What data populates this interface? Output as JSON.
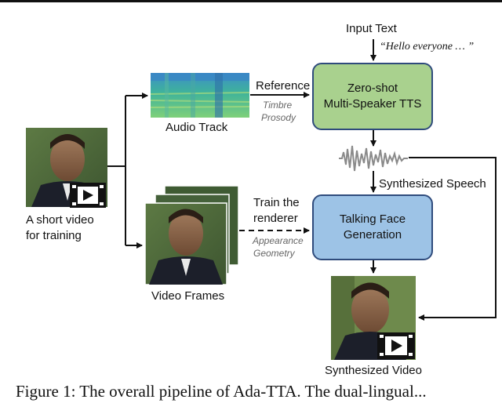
{
  "input_text": {
    "label": "Input Text",
    "example": "“Hello everyone … ”"
  },
  "tts_box": {
    "line1": "Zero-shot",
    "line2": "Multi-Speaker TTS"
  },
  "talking_face_box": {
    "line1": "Talking Face",
    "line2": "Generation"
  },
  "reference_arrow": {
    "label": "Reference",
    "sub1": "Timbre",
    "sub2": "Prosody"
  },
  "train_arrow": {
    "label_line1": "Train the",
    "label_line2": "renderer",
    "sub1": "Appearance",
    "sub2": "Geometry"
  },
  "audio_track": {
    "label": "Audio Track"
  },
  "video_frames": {
    "label": "Video Frames"
  },
  "short_video": {
    "label_line1": "A short video",
    "label_line2": "for training"
  },
  "synth_speech": {
    "label": "Synthesized Speech"
  },
  "synth_video": {
    "label": "Synthesized Video"
  },
  "caption": {
    "text": "Figure 1: The overall pipeline of Ada-TTA. The dual-lingual..."
  },
  "colors": {
    "tts_fill": "#a9d18e",
    "face_fill": "#9dc3e6",
    "box_border": "#2f4b7c",
    "arrow": "#111111"
  }
}
